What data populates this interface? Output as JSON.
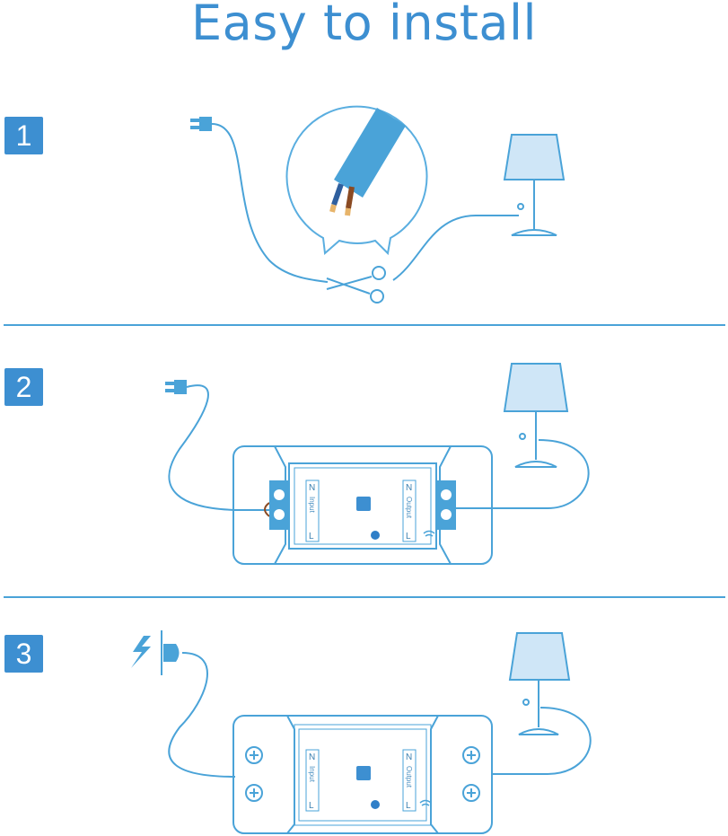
{
  "title": "Easy to install",
  "steps": [
    {
      "number": "1"
    },
    {
      "number": "2"
    },
    {
      "number": "3"
    }
  ],
  "device": {
    "input_label": "Input",
    "output_label": "Output",
    "n_label": "N",
    "l_label": "L"
  },
  "colors": {
    "accent": "#3d8fd1",
    "line": "#4aa3d8",
    "lamp_shade": "#cfe6f7"
  }
}
